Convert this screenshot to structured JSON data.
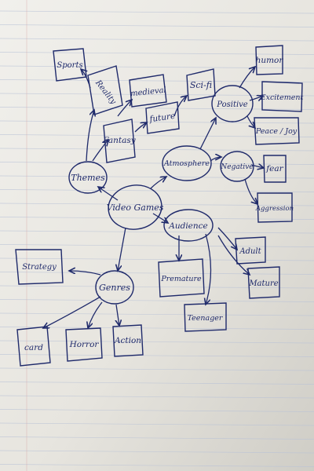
{
  "mindmap": {
    "center": "Video Games",
    "nodes": {
      "themes": "Themes",
      "atmosphere": "Atmosphere",
      "audience": "Audience",
      "genres": "Genres",
      "positive": "Positive",
      "negative": "Negative",
      "sports": "Sports",
      "reality": "Reality",
      "fantasy": "Fantasy",
      "medieval": "medieval",
      "future": "future",
      "scifi": "Sci-fi",
      "humor": "humor",
      "excitement": "Excitement",
      "peace_joy": "Peace / Joy",
      "fear": "fear",
      "aggression": "Aggression",
      "adult": "Adult",
      "mature": "Mature",
      "premature": "Premature",
      "teenager": "Teenager",
      "strategy": "Strategy",
      "card": "card",
      "horror": "Horror",
      "action": "Action"
    }
  },
  "colors": {
    "paper": "#ebe9e3",
    "rule_line": "#b9c2d6",
    "margin_line": "#d8a7a7",
    "ink": "#1f2a6b"
  }
}
